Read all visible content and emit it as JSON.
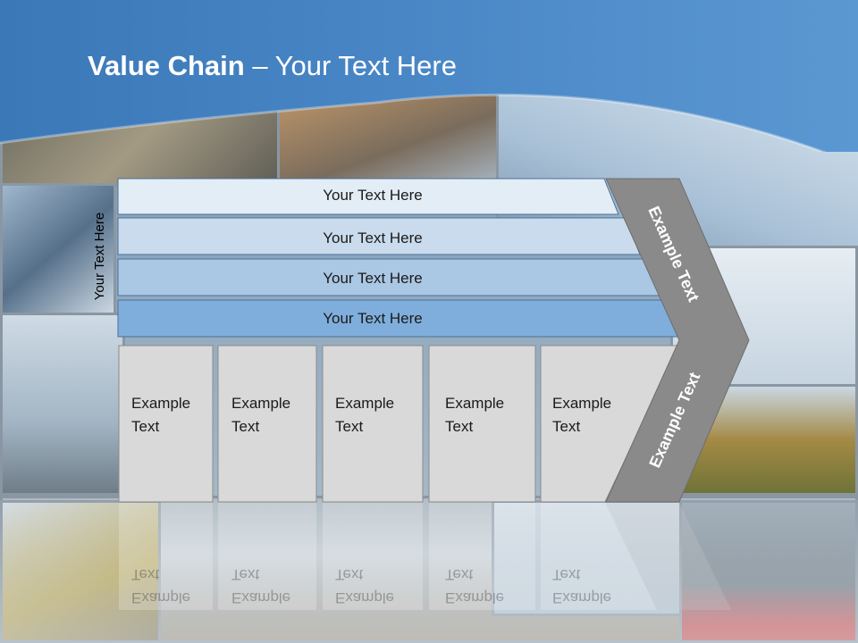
{
  "slide": {
    "title_bold": "Value Chain",
    "title_rest": " – Your Text Here",
    "vertical_label": "Your Text Here"
  },
  "support_bars": [
    {
      "label": "Your Text Here",
      "color": "#e3edf6"
    },
    {
      "label": "Your Text Here",
      "color": "#cadbed"
    },
    {
      "label": "Your Text Here",
      "color": "#aac7e4"
    },
    {
      "label": "Your Text Here",
      "color": "#80aedc"
    }
  ],
  "primary_boxes": [
    {
      "line1": "Example",
      "line2": "Text"
    },
    {
      "line1": "Example",
      "line2": "Text"
    },
    {
      "line1": "Example",
      "line2": "Text"
    },
    {
      "line1": "Example",
      "line2": "Text"
    },
    {
      "line1": "Example",
      "line2": "Text"
    }
  ],
  "arrow": {
    "upper_label": "Example Text",
    "lower_label": "Example Text",
    "color": "#8a8a8a"
  },
  "colors": {
    "header_blue": "#3f7fbf",
    "box_gray": "#d9d9d9"
  }
}
